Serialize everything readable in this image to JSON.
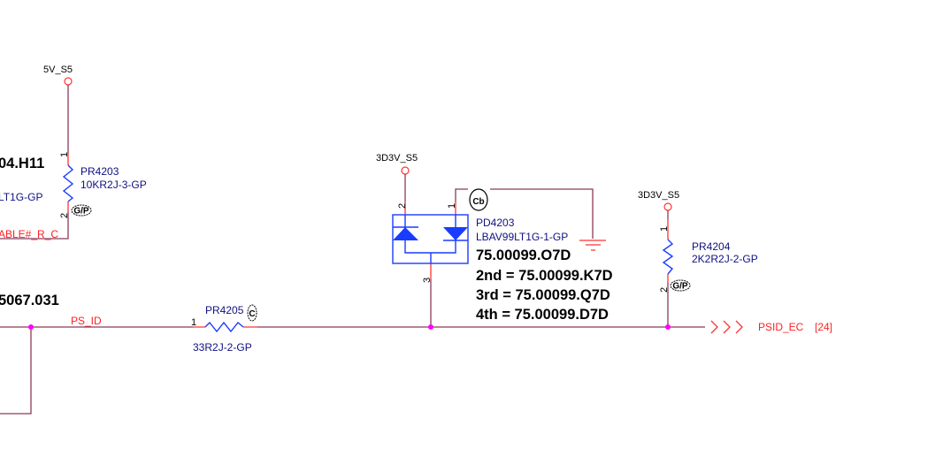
{
  "power_nets": {
    "left": "5V_S5",
    "diode": "3D3V_S5",
    "right": "3D3V_S5"
  },
  "left_partial": {
    "part_suffix": "04.H11",
    "part_name_suffix": "LT1G-GP",
    "net_suffix": "ABLE#_R_C",
    "part2_suffix": "5067.031"
  },
  "pr4203": {
    "ref": "PR4203",
    "value": "10KR2J-3-GP",
    "pin1": "1",
    "pin2": "2",
    "badge": "G/P"
  },
  "pr4205": {
    "ref": "PR4205",
    "value": "33R2J-2-GP",
    "pin1": "1",
    "badge": "C"
  },
  "pd4203": {
    "ref": "PD4203",
    "value": "LBAV99LT1G-1-GP",
    "pin1": "1",
    "pin2": "2",
    "pin3": "3",
    "badge": "Cb",
    "part_numbers": [
      "75.00099.O7D",
      "2nd = 75.00099.K7D",
      "3rd = 75.00099.Q7D",
      "4th = 75.00099.D7D"
    ]
  },
  "pr4204": {
    "ref": "PR4204",
    "value": "2K2R2J-2-GP",
    "pin1": "1",
    "pin2": "2",
    "badge": "G/P"
  },
  "nets": {
    "ps_id": "PS_ID",
    "psid_ec": "PSID_EC",
    "psid_ec_page": "[24]"
  },
  "colors": {
    "wire": "#8b3a5a",
    "pin": "#ff3333",
    "symbol": "#1a3cff",
    "junction": "#ff00ff",
    "net_label": "#ff2020",
    "part_text": "#101080"
  }
}
